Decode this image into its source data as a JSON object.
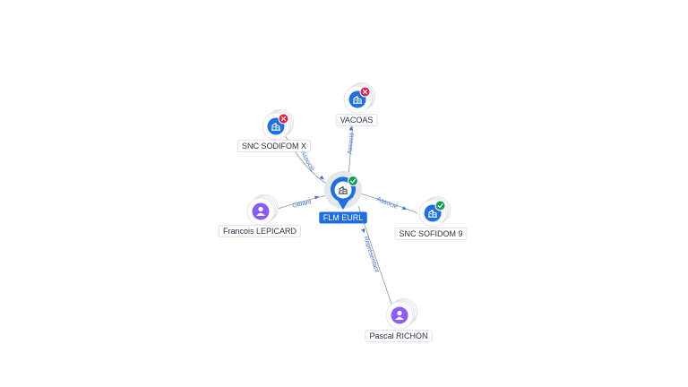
{
  "colors": {
    "company": "#1f6fe0",
    "person": "#8b5cf6",
    "active_badge": "#1a9a5b",
    "closed_badge": "#e0234e",
    "edge_label": "#3a6fd8",
    "edge_line": "#8e97a8"
  },
  "center": {
    "label": "FLM EURL",
    "icon": "building-icon",
    "status": "active"
  },
  "nodes": [
    {
      "id": "vacoas",
      "label": "VACOAS",
      "kind": "company",
      "icon": "building-icon",
      "status": "closed"
    },
    {
      "id": "sodifom",
      "label": "SNC SODIFOM X",
      "kind": "company",
      "icon": "building-icon",
      "status": "closed"
    },
    {
      "id": "sofidom",
      "label": "SNC SOFIDOM 9",
      "kind": "company",
      "icon": "building-icon",
      "status": "active"
    },
    {
      "id": "lepicard",
      "label": "Francois LEPICARD",
      "kind": "person",
      "icon": "person-icon",
      "status": ""
    },
    {
      "id": "richon",
      "label": "Pascal RICHON",
      "kind": "person",
      "icon": "person-icon",
      "status": ""
    }
  ],
  "edges": [
    {
      "id": "e-vacoas",
      "label": "Associé"
    },
    {
      "id": "e-sodifom",
      "label": "Associé"
    },
    {
      "id": "e-sofidom",
      "label": "Associé"
    },
    {
      "id": "e-lepicard",
      "label": "Gérant"
    },
    {
      "id": "e-richon",
      "label": "Représentant"
    }
  ]
}
